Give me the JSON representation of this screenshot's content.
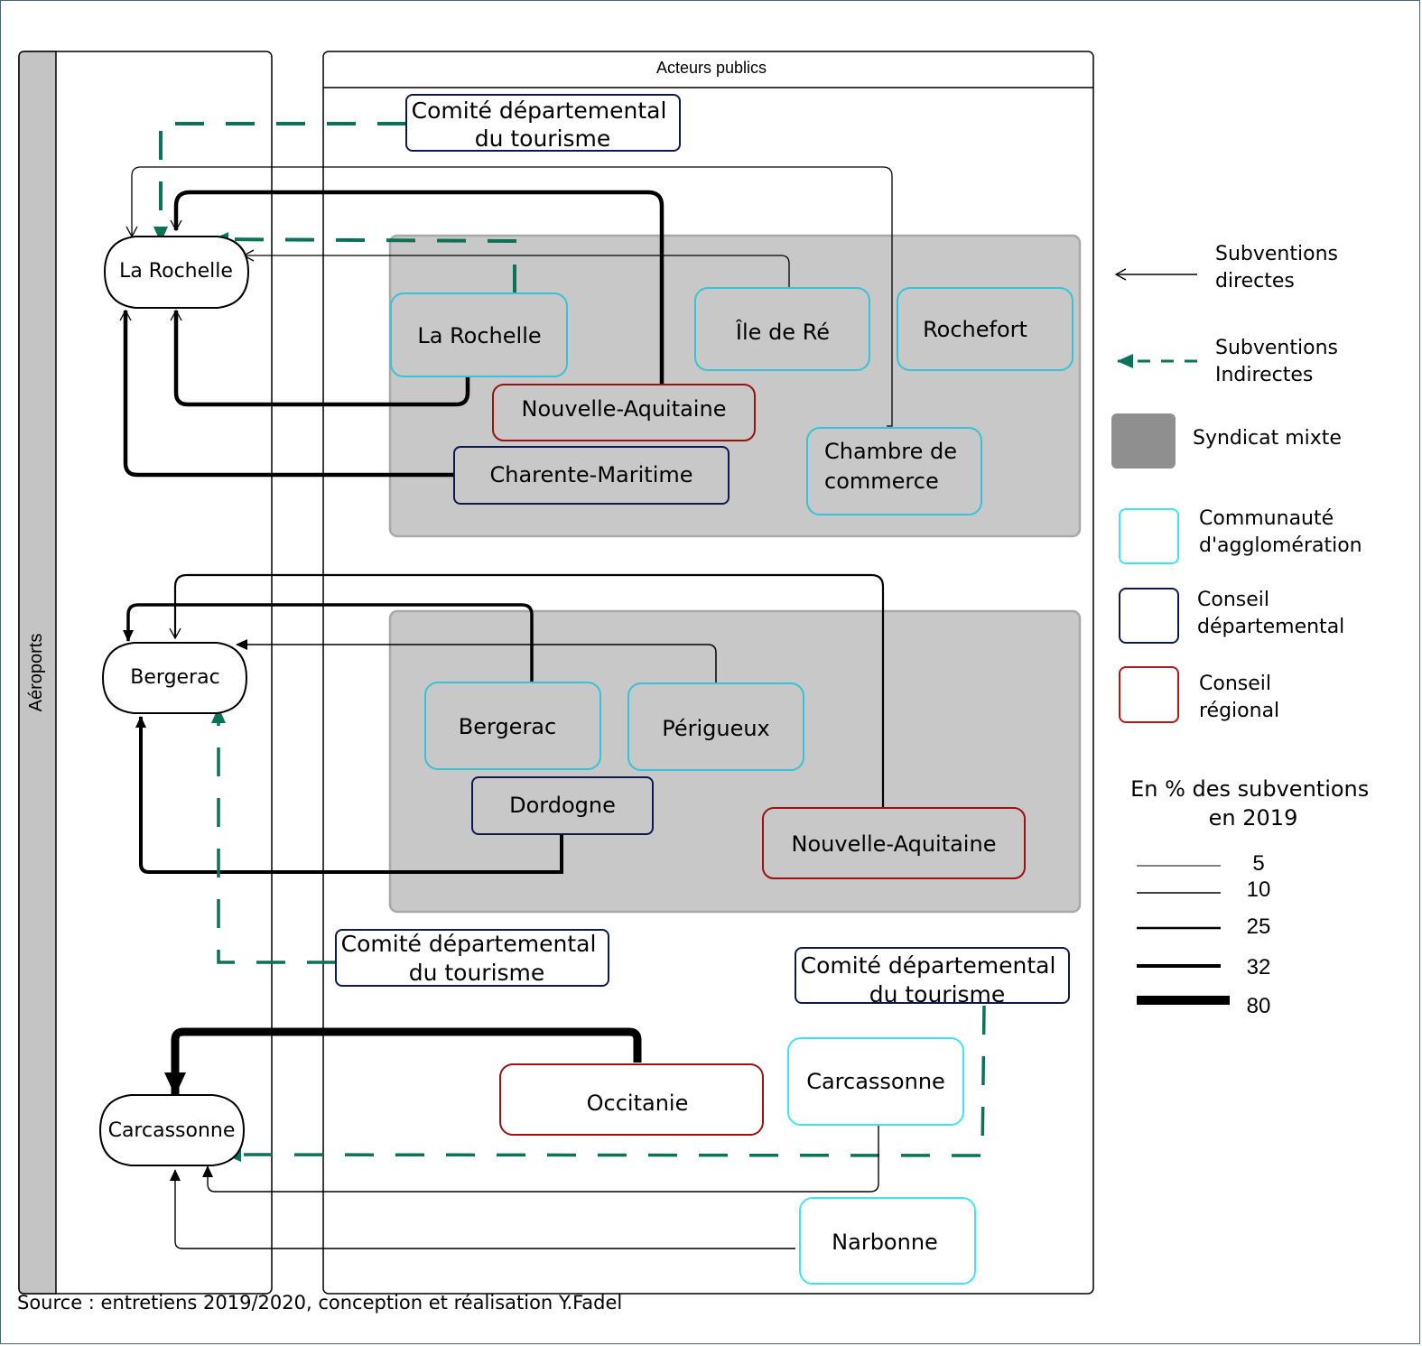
{
  "lanes": {
    "airports_label": "Aéroports",
    "public_actors_label": "Acteurs publics"
  },
  "airports": {
    "la_rochelle": "La Rochelle",
    "bergerac": "Bergerac",
    "carcassonne": "Carcassonne"
  },
  "actors": {
    "cdt_1": [
      "Comité départemental",
      "du tourisme"
    ],
    "cdt_2": [
      "Comité départemental",
      "du tourisme"
    ],
    "cdt_3": [
      "Comité départemental",
      "du tourisme"
    ],
    "la_rochelle_agglo": "La Rochelle",
    "ile_de_re": "Île de Ré",
    "rochefort": "Rochefort",
    "nouvelle_aquitaine_1": "Nouvelle-Aquitaine",
    "charente_maritime": "Charente-Maritime",
    "chambre_commerce": [
      "Chambre de",
      "commerce"
    ],
    "bergerac_agglo": "Bergerac",
    "perigueux": "Périgueux",
    "dordogne": "Dordogne",
    "nouvelle_aquitaine_2": "Nouvelle-Aquitaine",
    "occitanie": "Occitanie",
    "carcassonne_agglo": "Carcassonne",
    "narbonne": "Narbonne"
  },
  "legend": {
    "direct": [
      "Subventions",
      "directes"
    ],
    "indirect": [
      "Subventions",
      "Indirectes"
    ],
    "syndicat": "Syndicat mixte",
    "agglo": [
      "Communauté",
      "d'agglomération"
    ],
    "departemental": [
      "Conseil",
      "départemental"
    ],
    "regional": [
      "Conseil",
      "régional"
    ],
    "scale_title": [
      "En % des subventions",
      "en 2019"
    ],
    "scale_values": [
      "5",
      "10",
      "25",
      "32",
      "80"
    ]
  },
  "colors": {
    "agglo": "#3fd8e8",
    "departemental": "#0d1a4f",
    "regional": "#9b1010",
    "indirect": "#0a7256",
    "syndicat_fill": "#c8c8c8",
    "legend_syndicat_fill": "#8f8f8f",
    "lane_fill": "#c4c4c4"
  },
  "source": "Source : entretiens 2019/2020, conception et réalisation Y.Fadel"
}
